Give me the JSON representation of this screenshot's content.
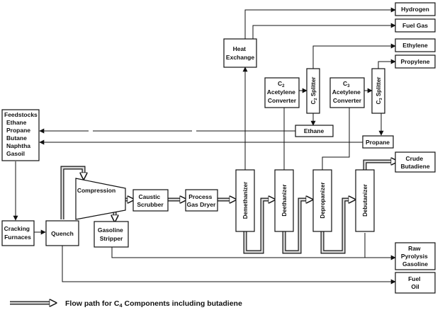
{
  "diagram": {
    "nodes": {
      "feedstocks": [
        "Feedstocks",
        "Ethane",
        "Propane",
        "Butane",
        "Naphtha",
        "Gasoil"
      ],
      "cracking": [
        "Cracking",
        "Furnaces"
      ],
      "quench": [
        "Quench"
      ],
      "compression": [
        "Compression"
      ],
      "gasoline_stripper": [
        "Gasoline",
        "Stripper"
      ],
      "caustic": [
        "Caustic",
        "Scrubber"
      ],
      "dryer": [
        "Process",
        "Gas Dryer"
      ],
      "demethanizer": "Demethanizer",
      "deethanizer": "Deethanizer",
      "depropanizer": "Depropanizer",
      "debutanizer": "Debutanizer",
      "heat_exchange": [
        "Heat",
        "Exchange"
      ],
      "c2_converter": [
        "C2",
        "Acetylene",
        "Converter"
      ],
      "c2_splitter": "C2 Splitter",
      "c3_converter": [
        "C3",
        "Acetylene",
        "Converter"
      ],
      "c3_splitter": "C3 Splitter",
      "ethane": [
        "Ethane"
      ],
      "propane": [
        "Propane"
      ]
    },
    "products": {
      "hydrogen": [
        "Hydrogen"
      ],
      "fuel_gas": [
        "Fuel Gas"
      ],
      "ethylene": [
        "Ethylene"
      ],
      "propylene": [
        "Propylene"
      ],
      "crude_butadiene": [
        "Crude",
        "Butadiene"
      ],
      "raw_pyrolysis": [
        "Raw",
        "Pyrolysis",
        "Gasoline"
      ],
      "fuel_oil": [
        "Fuel",
        "Oil"
      ]
    },
    "legend": {
      "text": "Flow path for C4 Components including butadiene"
    }
  }
}
